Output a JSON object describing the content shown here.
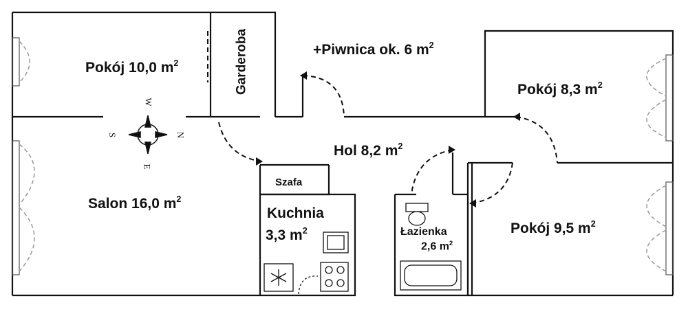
{
  "rooms": {
    "pokoj_10": {
      "name": "Pokój 10,0 m",
      "sup": "2"
    },
    "garderoba": {
      "name": "Garderoba"
    },
    "piwnica": {
      "name": "+Piwnica ok. 6 m",
      "sup": "2"
    },
    "pokoj_83": {
      "name": "Pokój 8,3 m",
      "sup": "2"
    },
    "hol": {
      "name": "Hol 8,2 m",
      "sup": "2"
    },
    "szafa": {
      "name": "Szafa"
    },
    "salon": {
      "name": "Salon 16,0 m",
      "sup": "2"
    },
    "kuchnia": {
      "name": "Kuchnia",
      "area": "3,3 m",
      "sup": "2"
    },
    "lazienka": {
      "name": "Łazienka",
      "area": "2,6 m",
      "sup": "2"
    },
    "pokoj_95": {
      "name": "Pokój 9,5 m",
      "sup": "2"
    }
  },
  "compass": {
    "w": "W",
    "s": "S",
    "n": "N",
    "e": "E"
  },
  "colors": {
    "wall": "#111111",
    "window_dash": "#999999",
    "door": "#111111"
  }
}
